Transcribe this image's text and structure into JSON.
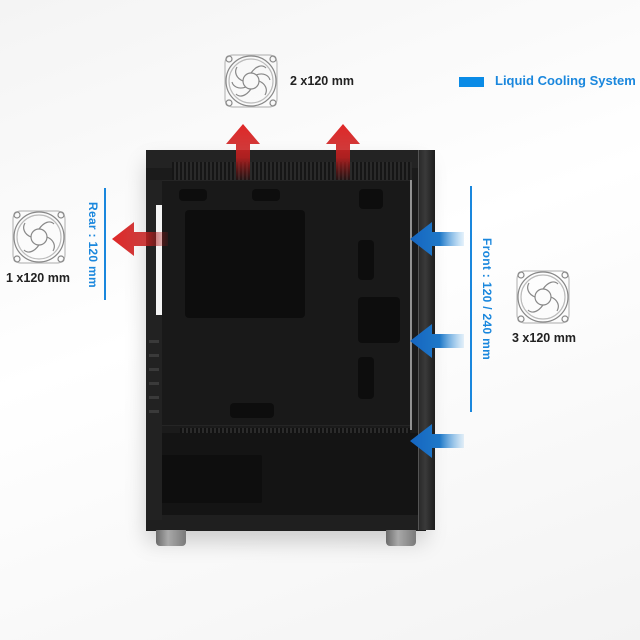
{
  "legend": {
    "label": "Liquid Cooling System",
    "swatch_color": "#0a8be6",
    "text_color": "#1a87dd"
  },
  "colors": {
    "exhaust_arrow": "#d42a2a",
    "intake_arrow": "#1565c0",
    "label_blue": "#1a87dd",
    "case_body": "#1b1b1b"
  },
  "fans": {
    "top": {
      "icon": "fan-icon",
      "label": "2 x120 mm"
    },
    "rear": {
      "icon": "fan-icon",
      "label": "1 x120 mm"
    },
    "front": {
      "icon": "fan-icon",
      "label": "3 x120 mm"
    }
  },
  "radiator_labels": {
    "rear": "Rear : 120 mm",
    "front": "Front : 120 / 240 mm"
  },
  "airflow": {
    "top_exhaust_count": 2,
    "rear_exhaust_count": 1,
    "front_intake_count": 3
  }
}
